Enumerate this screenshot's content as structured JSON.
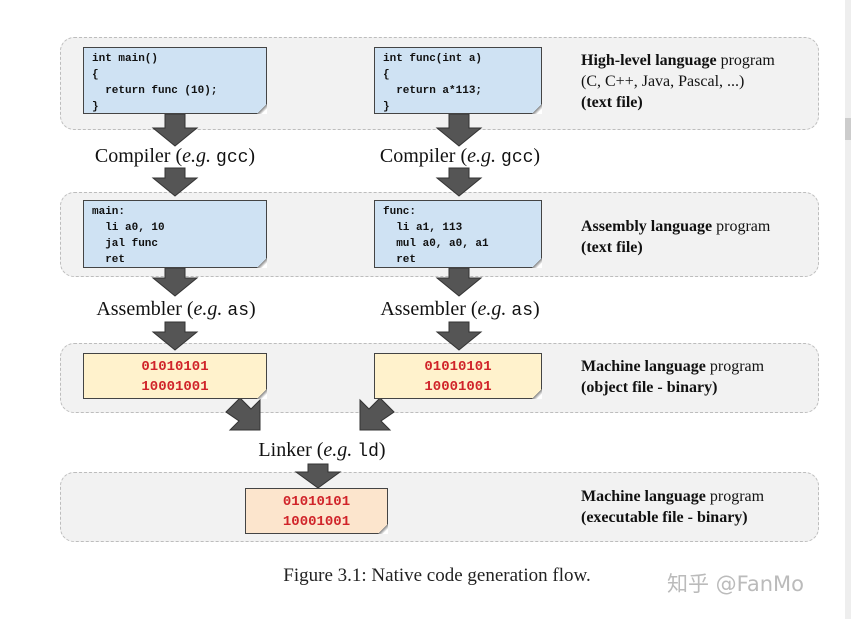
{
  "rows": {
    "high_level": {
      "title_bold": "High-level language",
      "title_rest": " program",
      "line2": "(C, C++, Java, Pascal, ...)",
      "line3": "(text file)"
    },
    "assembly": {
      "title_bold": "Assembly language",
      "title_rest": " program",
      "line2": "(text file)"
    },
    "object": {
      "title_bold": "Machine language",
      "title_rest": " program",
      "line2": "(object file - binary)"
    },
    "executable": {
      "title_bold": "Machine language",
      "title_rest": " program",
      "line2": "(executable file - binary)"
    }
  },
  "boxes": {
    "main_c": "int main()\n{\n  return func (10);\n}",
    "func_c": "int func(int a)\n{\n  return a*113;\n}",
    "main_asm": "main:\n  li a0, 10\n  jal func\n  ret",
    "func_asm": "func:\n  li a1, 113\n  mul a0, a0, a1\n  ret",
    "main_obj": "01010101\n10001001",
    "func_obj": "01010101\n10001001",
    "exe": "01010101\n10001001"
  },
  "tools": {
    "compiler": {
      "name": "Compiler (",
      "eg": "e.g.",
      "cmd": "gcc",
      "close": ")"
    },
    "assembler": {
      "name": "Assembler (",
      "eg": "e.g.",
      "cmd": "as",
      "close": ")"
    },
    "linker": {
      "name": "Linker (",
      "eg": "e.g.",
      "cmd": "ld",
      "close": ")"
    }
  },
  "caption": "Figure 3.1: Native code generation flow.",
  "watermark": "知乎 @FanMo",
  "colors": {
    "code_box": "#cfe2f3",
    "object_box": "#fff2cc",
    "exe_box": "#fce5cd",
    "binary_text": "#d0242a",
    "arrow": "#555555"
  }
}
